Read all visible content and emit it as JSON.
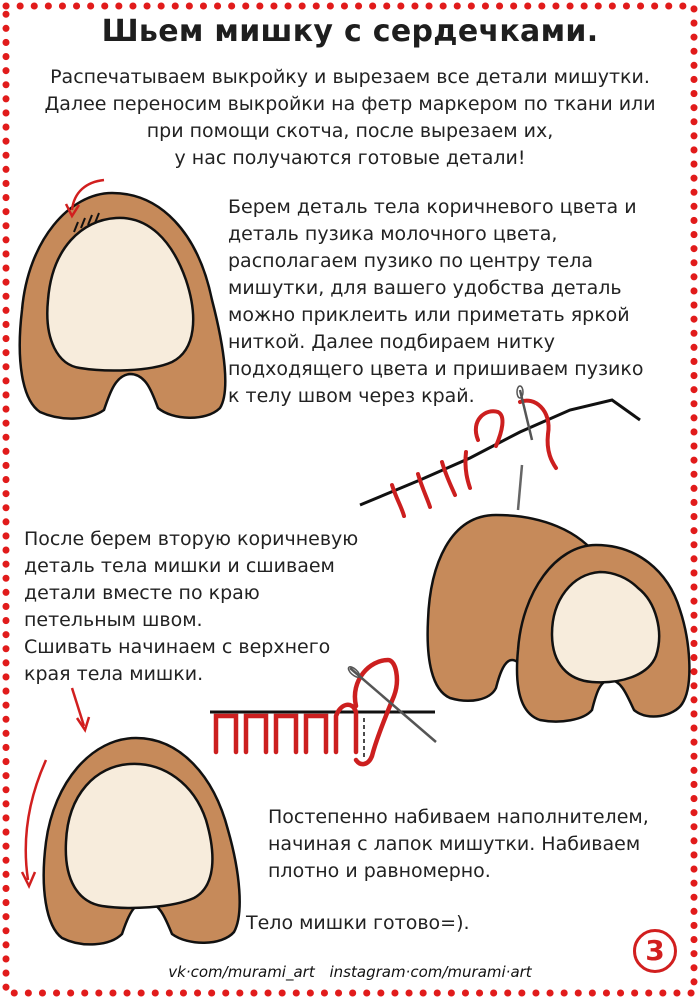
{
  "title": "Шьем мишку с сердечками.",
  "intro": {
    "line1": "Распечатываем выкройку и вырезаем все детали мишутки.",
    "line2": "Далее переносим выкройки на фетр маркером по ткани или",
    "line3": "при помощи скотча, после вырезаем их,",
    "line4": "у нас получаются готовые детали!"
  },
  "steps": {
    "step1": [
      "Берем деталь тела коричневого цвета и",
      "деталь пузика молочного цвета,",
      "располагаем пузико по центру тела",
      "мишутки, для вашего удобства деталь",
      "можно приклеить или приметать яркой",
      "ниткой. Далее подбираем нитку",
      "подходящего цвета и пришиваем пузико",
      "к телу швом через край."
    ],
    "step2": [
      "После берем вторую коричневую",
      "деталь тела мишки и сшиваем",
      "детали вместе по краю",
      "петельным швом.",
      "Сшивать начинаем с верхнего",
      "края тела мишки."
    ],
    "step3": [
      "Постепенно набиваем наполнителем,",
      "начиная с лапок мишутки. Набиваем",
      "плотно и равномерно."
    ],
    "step4": "Тело мишки готово=)."
  },
  "footer": {
    "vk": "vk·com/murami_art",
    "instagram": "instagram·com/murami·art"
  },
  "page_number": "3",
  "colors": {
    "border_dots": "#e11b1b",
    "felt_brown": "#c68a5a",
    "belly_cream": "#f7ecdc",
    "thread_red": "#cc1f1f",
    "outline": "#111111"
  }
}
